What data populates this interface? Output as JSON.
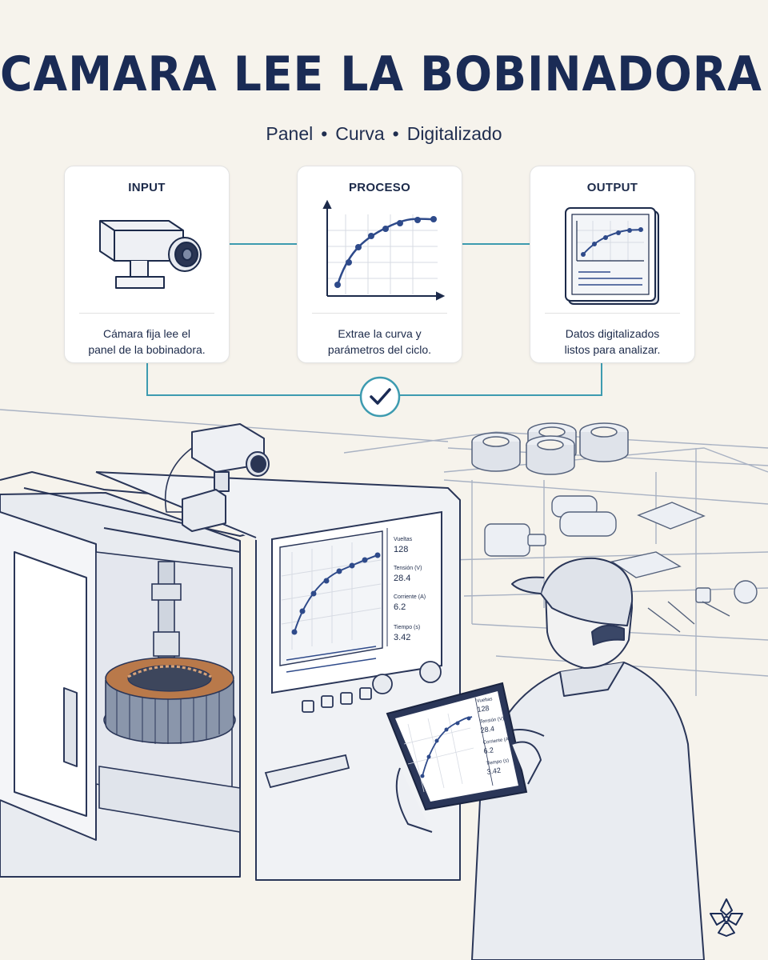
{
  "header": {
    "title": "CAMARA LEE LA BOBINADORA",
    "subtitle_items": [
      "Panel",
      "Curva",
      "Digitalizado"
    ],
    "separator": "•"
  },
  "flow": {
    "input": {
      "heading": "INPUT",
      "description_lines": [
        "Cámara fija lee el",
        "panel de la bobinadora."
      ],
      "icon": "camera-icon"
    },
    "process": {
      "heading": "PROCESO",
      "description_lines": [
        "Extrae la curva y",
        "parámetros del ciclo."
      ],
      "icon": "curve-chart-icon"
    },
    "output": {
      "heading": "OUTPUT",
      "description_lines": [
        "Datos digitalizados",
        "listos para analizar."
      ],
      "icon": "document-chart-icon"
    },
    "check_icon": "check-circle-icon",
    "connector_color": "#3d9bb0"
  },
  "machine_screen": {
    "readouts": [
      {
        "label": "Vueltas",
        "value": "128"
      },
      {
        "label": "Tensión (V)",
        "value": "28.4"
      },
      {
        "label": "Corriente (A)",
        "value": "6.2"
      },
      {
        "label": "Tiempo (s)",
        "value": "3.42"
      }
    ]
  },
  "tablet_screen": {
    "readouts": [
      {
        "label": "Vueltas",
        "value": "128"
      },
      {
        "label": "Tensión (V)",
        "value": "28.4"
      },
      {
        "label": "Corriente (A)",
        "value": "6.2"
      },
      {
        "label": "Tiempo (s)",
        "value": "3.42"
      }
    ]
  },
  "brand": {
    "logo_icon": "flower-logo-icon"
  },
  "colors": {
    "background": "#f6f3ec",
    "ink": "#1a2b55",
    "accent": "#3d9bb0",
    "copper": "#b9794a"
  }
}
